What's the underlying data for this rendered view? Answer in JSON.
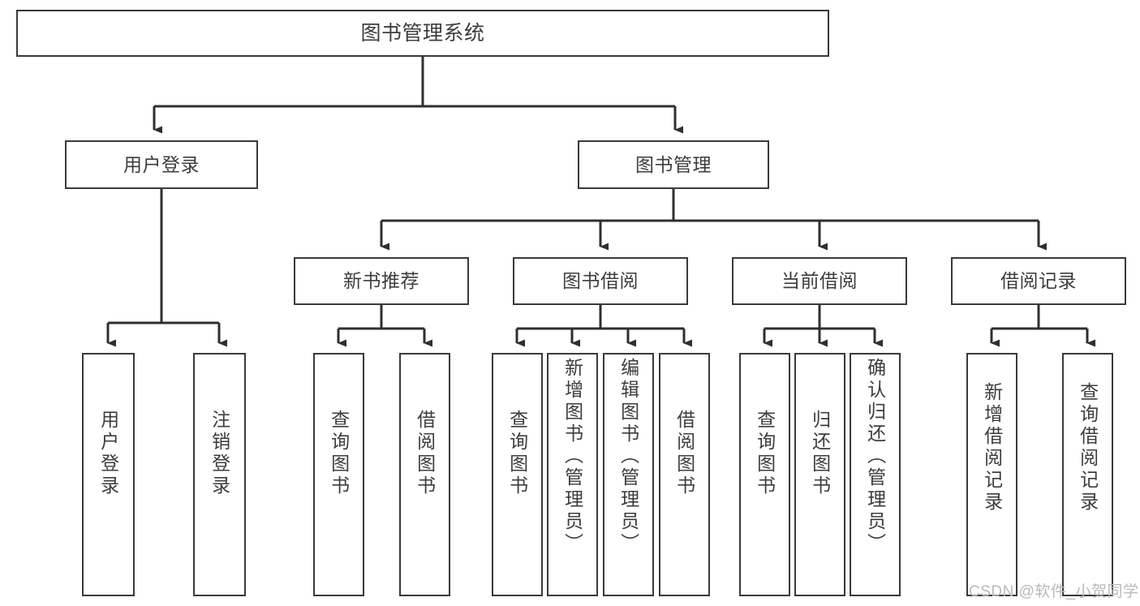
{
  "diagram": {
    "title": "图书管理系统",
    "type": "functional-structure-tree",
    "watermark": "CSDN @软件_小贺同学",
    "colors": {
      "box_border": "#3a3a3a",
      "box_fill": "#ffffff",
      "connector": "#2f2f2f",
      "text": "#3d3d3d",
      "watermark": "#b9b9b9",
      "background": "#ffffff"
    },
    "nodes": {
      "root": {
        "label": "图书管理系统"
      },
      "level1": [
        {
          "id": "user-login",
          "label": "用户登录"
        },
        {
          "id": "book-manage",
          "label": "图书管理"
        }
      ],
      "level2": [
        {
          "id": "new-book-recommend",
          "label": "新书推荐"
        },
        {
          "id": "book-borrow",
          "label": "图书借阅"
        },
        {
          "id": "current-borrow",
          "label": "当前借阅"
        },
        {
          "id": "borrow-record",
          "label": "借阅记录"
        }
      ],
      "leaves": {
        "user-login": [
          {
            "id": "leaf-user-login",
            "label": "用户登录"
          },
          {
            "id": "leaf-user-logout",
            "label": "注销登录"
          }
        ],
        "new-book-recommend": [
          {
            "id": "leaf-query-book-1",
            "label": "查询图书"
          },
          {
            "id": "leaf-borrow-book-1",
            "label": "借阅图书"
          }
        ],
        "book-borrow": [
          {
            "id": "leaf-query-book-2",
            "label": "查询图书"
          },
          {
            "id": "leaf-add-book",
            "label": "新增图书（管理员）"
          },
          {
            "id": "leaf-edit-book",
            "label": "编辑图书（管理员）"
          },
          {
            "id": "leaf-borrow-book-2",
            "label": "借阅图书"
          }
        ],
        "current-borrow": [
          {
            "id": "leaf-query-book-3",
            "label": "查询图书"
          },
          {
            "id": "leaf-return-book",
            "label": "归还图书"
          },
          {
            "id": "leaf-confirm-return",
            "label": "确认归还（管理员）"
          }
        ],
        "borrow-record": [
          {
            "id": "leaf-add-record",
            "label": "新增借阅记录"
          },
          {
            "id": "leaf-query-record",
            "label": "查询借阅记录"
          }
        ]
      }
    }
  }
}
